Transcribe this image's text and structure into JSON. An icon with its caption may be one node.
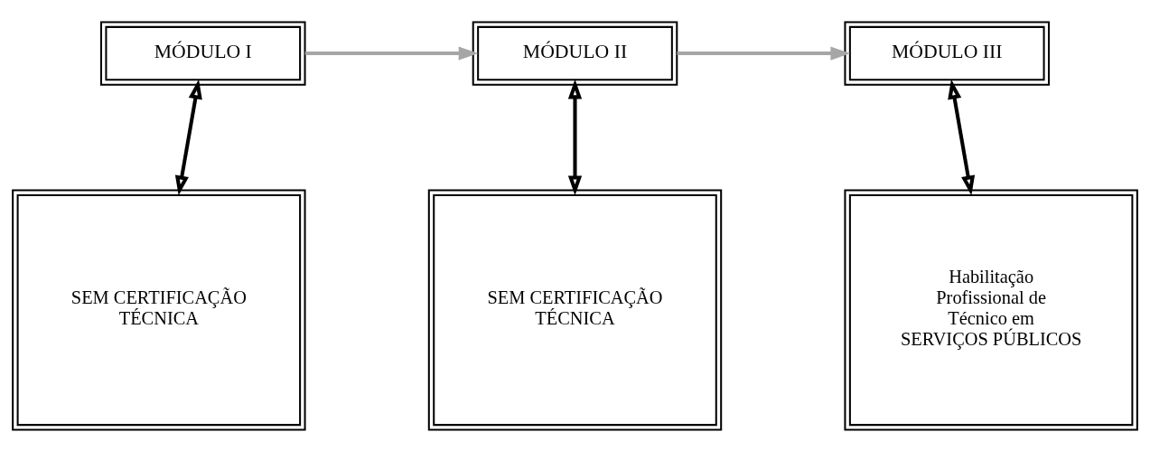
{
  "diagram": {
    "nodes": [
      {
        "text": [
          "MÓDULO I"
        ]
      },
      {
        "text": [
          "MÓDULO II"
        ]
      },
      {
        "text": [
          "MÓDULO III"
        ]
      },
      {
        "text": [
          "SEM CERTIFICAÇÃO TÉCNICA"
        ]
      },
      {
        "text": [
          "SEM CERTIFICAÇÃO TÉCNICA"
        ]
      },
      {
        "text": [
          "Habilitação Profissional de Técnico em SERVIÇOS PÚBLICOS"
        ]
      }
    ],
    "edges": [
      {
        "from": 0,
        "to": 1,
        "arrow": "to",
        "color": "#a6a6a6"
      },
      {
        "from": 1,
        "to": 2,
        "arrow": "to",
        "color": "#a6a6a6"
      },
      {
        "from": 0,
        "to": 3,
        "arrow": "both"
      },
      {
        "from": 1,
        "to": 4,
        "arrow": "both"
      },
      {
        "from": 2,
        "to": 5,
        "arrow": "both"
      }
    ]
  }
}
